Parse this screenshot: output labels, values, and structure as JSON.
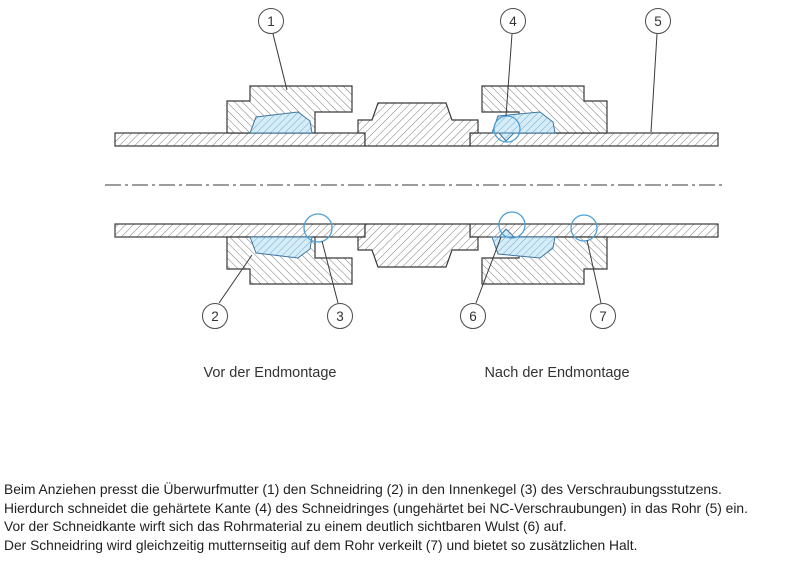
{
  "diagram": {
    "callouts": [
      "1",
      "2",
      "3",
      "4",
      "5",
      "6",
      "7"
    ],
    "captions": {
      "left": "Vor der Endmontage",
      "right": "Nach der Endmontage"
    },
    "colors": {
      "line": "#3a3a3a",
      "highlight_fill": "#d6ecf7",
      "highlight_stroke": "#4aa0d8"
    }
  },
  "description": {
    "lines": [
      "Beim Anziehen presst die Überwurfmutter (1) den Schneidring (2) in den Innenkegel (3) des Verschraubungsstutzens.",
      "Hierdurch schneidet die gehärtete Kante (4) des Schneidringes (ungehärtet bei NC-Verschraubungen) in das Rohr (5) ein.",
      "Vor der Schneidkante wirft sich das Rohrmaterial zu einem deutlich sichtbaren Wulst (6) auf.",
      "Der Schneidring wird gleichzeitig mutternseitig auf dem Rohr verkeilt (7) und bietet so zusätzlichen Halt."
    ]
  }
}
